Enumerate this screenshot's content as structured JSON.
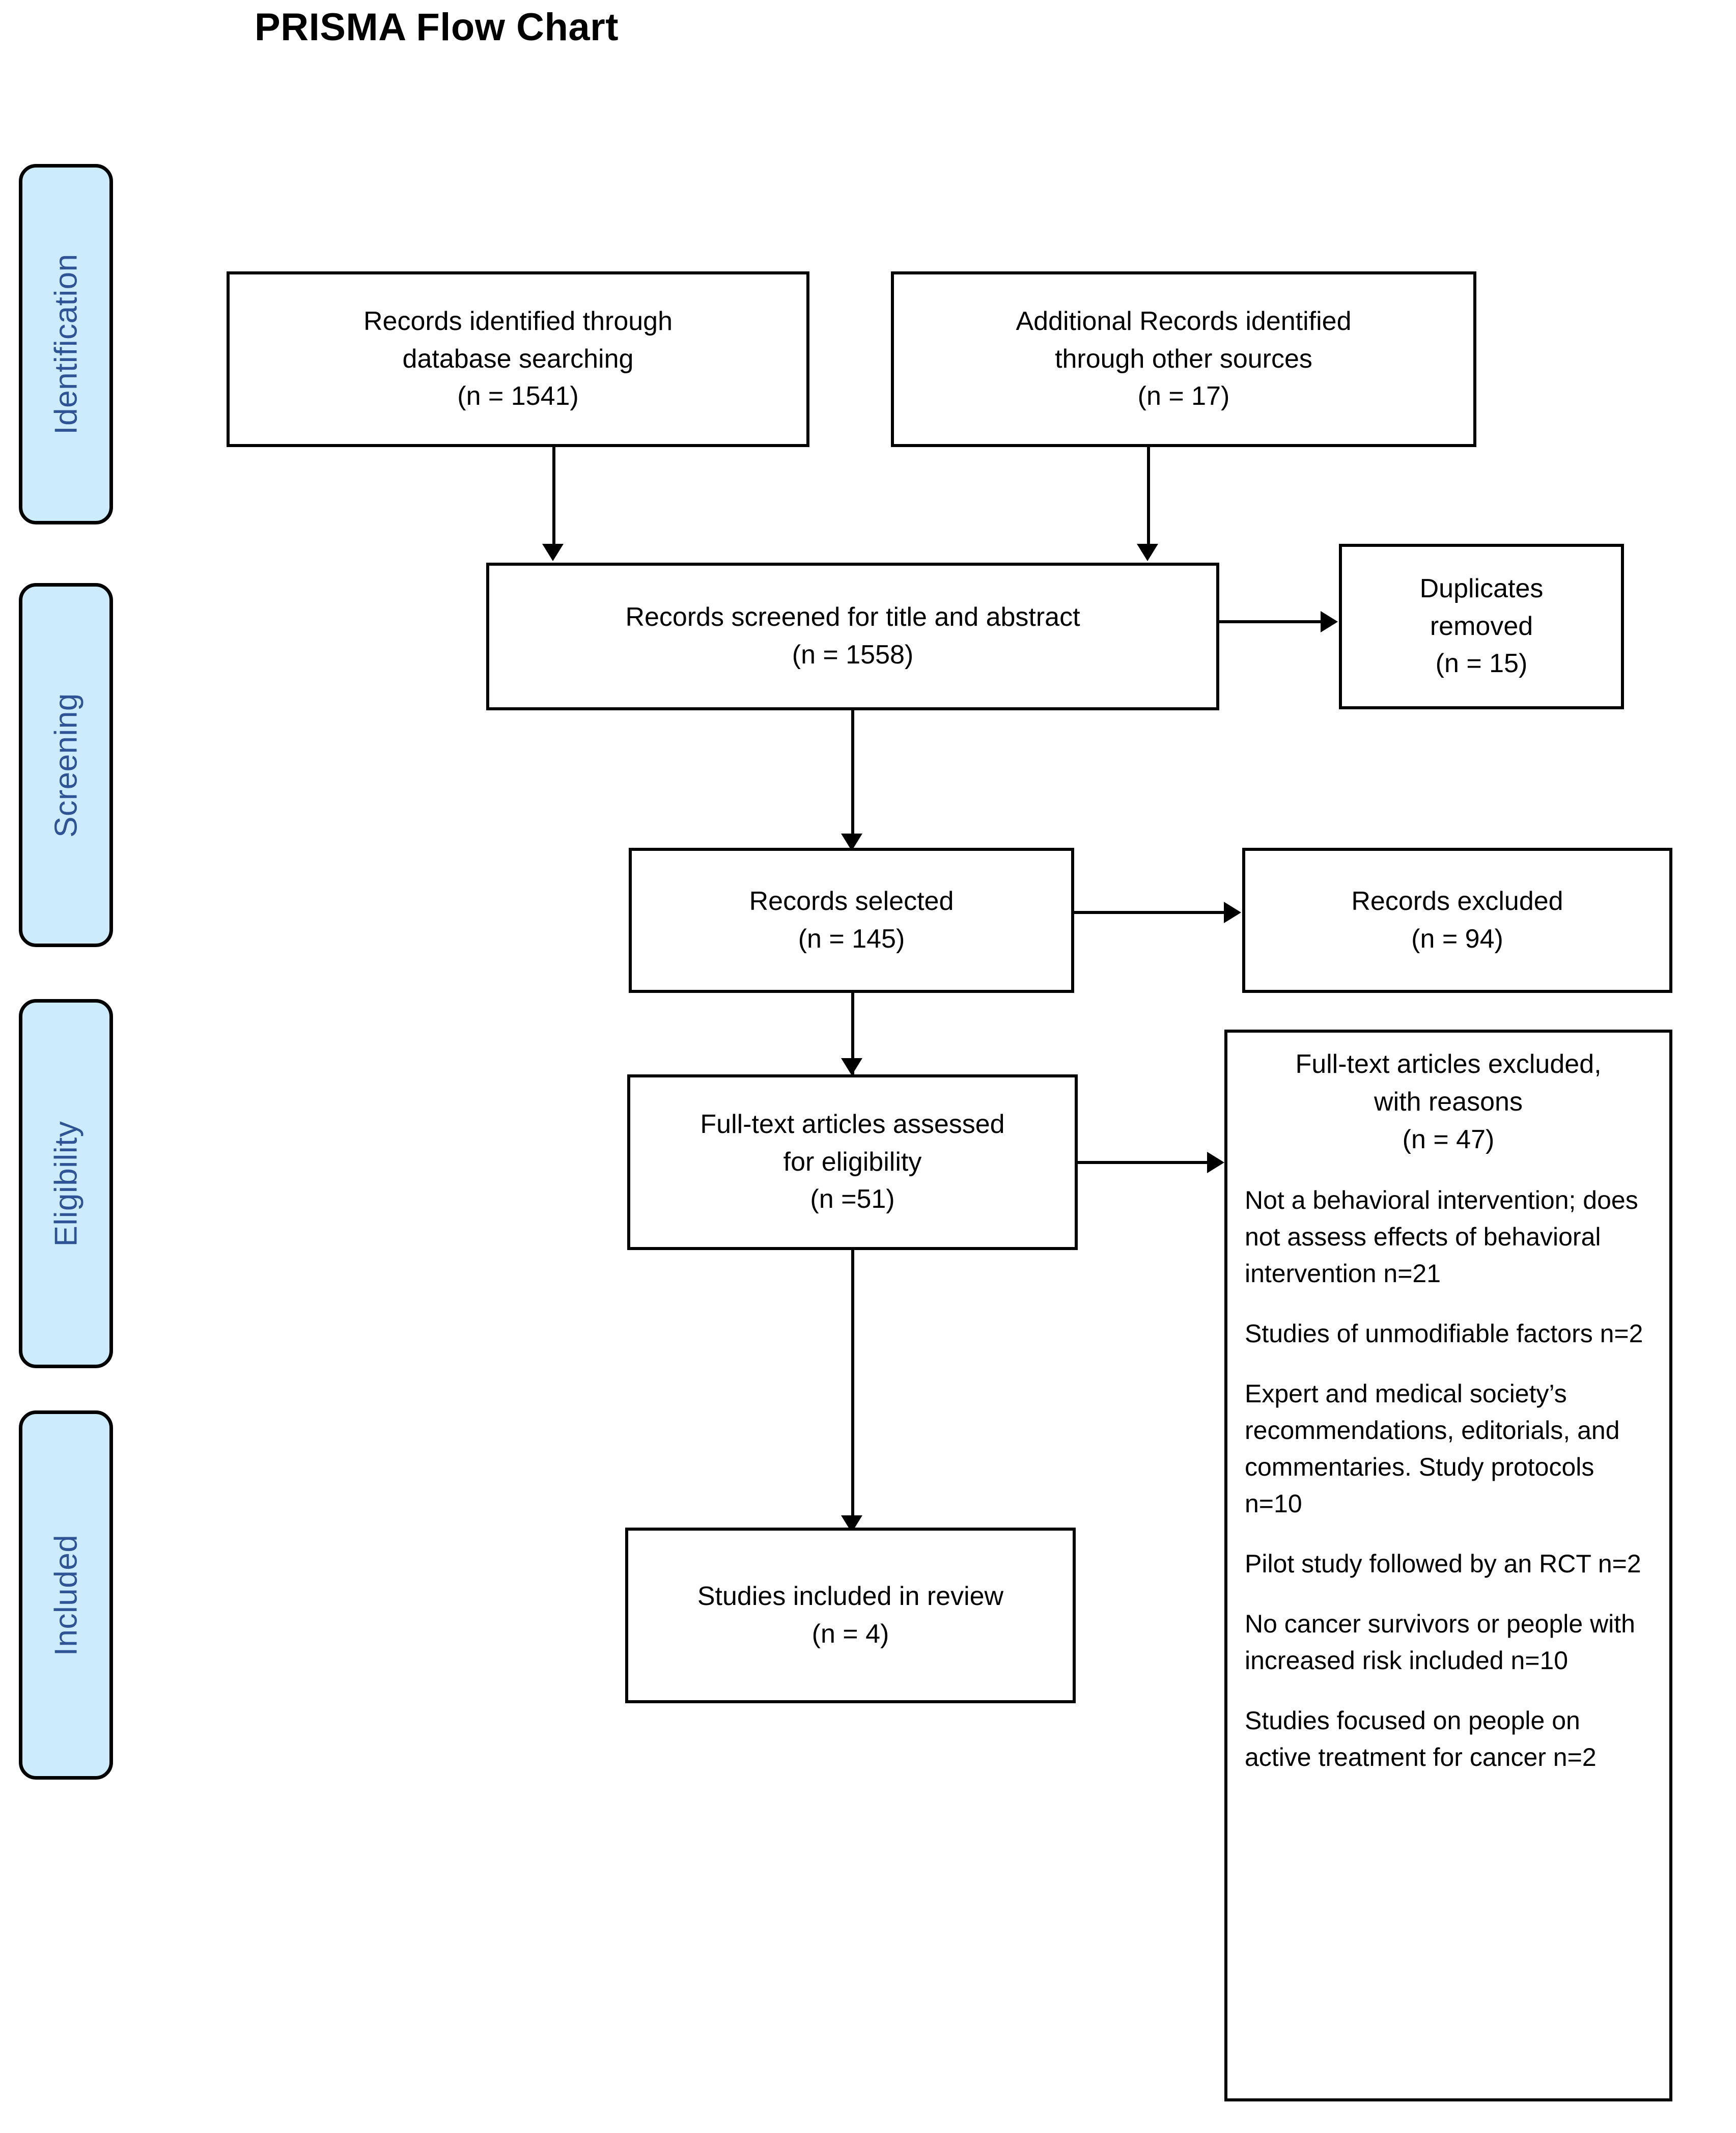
{
  "title": "PRISMA Flow Chart",
  "stages": [
    {
      "label": "Identification"
    },
    {
      "label": "Screening"
    },
    {
      "label": "Eligibility"
    },
    {
      "label": "Included"
    }
  ],
  "boxes": {
    "identified_db": {
      "line1": "Records identified through",
      "line2": "database searching",
      "line3": "(n = 1541)"
    },
    "identified_other": {
      "line1": "Additional Records identified",
      "line2": "through other sources",
      "line3": "(n = 17)"
    },
    "screened": {
      "line1": "Records screened for title and abstract",
      "line2": "(n = 1558)"
    },
    "duplicates": {
      "line1": "Duplicates",
      "line2": "removed",
      "line3": "(n = 15)"
    },
    "selected": {
      "line1": "Records selected",
      "line2": "(n = 145)"
    },
    "excluded": {
      "line1": "Records excluded",
      "line2": "(n = 94)"
    },
    "fulltext_assessed": {
      "line1": "Full-text articles assessed",
      "line2": "for eligibility",
      "line3": "(n =51)"
    },
    "included": {
      "line1": "Studies included in review",
      "line2": "(n = 4)"
    }
  },
  "reasons_panel": {
    "head_line1": "Full-text articles excluded,",
    "head_line2": "with reasons",
    "head_line3": "(n = 47)",
    "items": [
      "Not a behavioral intervention; does not assess effects of behavioral intervention n=21",
      "Studies of unmodifiable factors n=2",
      "Expert and medical society’s recommendations, editorials, and commentaries. Study protocols n=10",
      "Pilot study followed by an RCT n=2",
      "No cancer survivors or people with increased risk included n=10",
      "Studies focused on people on active treatment for cancer n=2"
    ]
  },
  "chart_data": {
    "type": "diagram",
    "title": "PRISMA Flow Chart",
    "nodes": [
      {
        "id": "identified_db",
        "label": "Records identified through database searching",
        "n": 1541,
        "stage": "Identification"
      },
      {
        "id": "identified_other",
        "label": "Additional Records identified through other sources",
        "n": 17,
        "stage": "Identification"
      },
      {
        "id": "screened",
        "label": "Records screened for title and abstract",
        "n": 1558,
        "stage": "Screening"
      },
      {
        "id": "duplicates",
        "label": "Duplicates removed",
        "n": 15,
        "stage": "Screening"
      },
      {
        "id": "selected",
        "label": "Records selected",
        "n": 145,
        "stage": "Screening"
      },
      {
        "id": "excluded",
        "label": "Records excluded",
        "n": 94,
        "stage": "Screening"
      },
      {
        "id": "fulltext_assessed",
        "label": "Full-text articles assessed for eligibility",
        "n": 51,
        "stage": "Eligibility"
      },
      {
        "id": "fulltext_excluded",
        "label": "Full-text articles excluded, with reasons",
        "n": 47,
        "stage": "Eligibility"
      },
      {
        "id": "included",
        "label": "Studies included in review",
        "n": 4,
        "stage": "Included"
      }
    ],
    "edges": [
      {
        "from": "identified_db",
        "to": "screened"
      },
      {
        "from": "identified_other",
        "to": "screened"
      },
      {
        "from": "screened",
        "to": "duplicates"
      },
      {
        "from": "screened",
        "to": "selected"
      },
      {
        "from": "selected",
        "to": "excluded"
      },
      {
        "from": "selected",
        "to": "fulltext_assessed"
      },
      {
        "from": "fulltext_assessed",
        "to": "fulltext_excluded"
      },
      {
        "from": "fulltext_assessed",
        "to": "included"
      }
    ],
    "exclusion_reasons": [
      {
        "reason": "Not a behavioral intervention; does not assess effects of behavioral intervention",
        "n": 21
      },
      {
        "reason": "Studies of unmodifiable factors",
        "n": 2
      },
      {
        "reason": "Expert and medical society’s recommendations, editorials, and commentaries. Study protocols",
        "n": 10
      },
      {
        "reason": "Pilot study followed by an RCT",
        "n": 2
      },
      {
        "reason": "No cancer survivors or people with increased risk included",
        "n": 10
      },
      {
        "reason": "Studies focused on people on active treatment for cancer",
        "n": 2
      }
    ]
  },
  "colors": {
    "stage_fill": "#CCEBFC",
    "stage_text": "#2F5496",
    "line": "#000000",
    "box_fill": "#FFFFFF"
  }
}
